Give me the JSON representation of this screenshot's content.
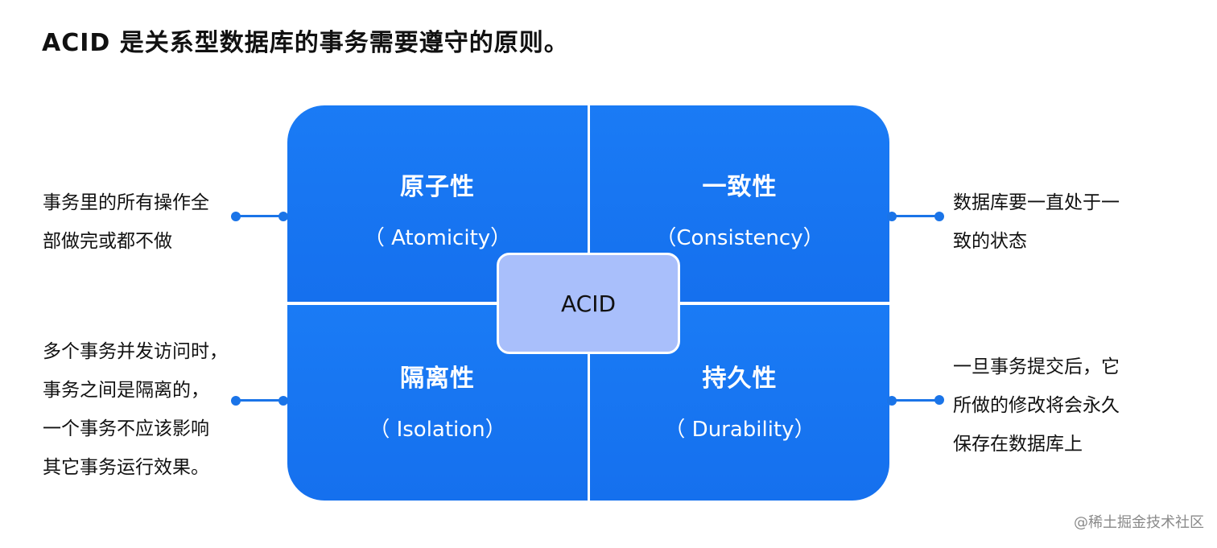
{
  "title": "ACID 是关系型数据库的事务需要遵守的原则。",
  "center": {
    "label": "ACID"
  },
  "quadrants": {
    "atomicity": {
      "title": "原子性",
      "subtitle": "（ Atomicity）"
    },
    "consistency": {
      "title": "一致性",
      "subtitle": "（Consistency）"
    },
    "isolation": {
      "title": "隔离性",
      "subtitle": "（ Isolation）"
    },
    "durability": {
      "title": "持久性",
      "subtitle": "（ Durability）"
    }
  },
  "descriptions": {
    "atomicity": [
      "事务里的所有操作全",
      "部做完或都不做"
    ],
    "consistency": [
      "数据库要一直处于一",
      "致的状态"
    ],
    "isolation": [
      "多个事务并发访问时，",
      "事务之间是隔离的，",
      "一个事务不应该影响",
      "其它事务运行效果。"
    ],
    "durability": [
      "一旦事务提交后，它",
      "所做的修改将会永久",
      "保存在数据库上"
    ]
  },
  "watermark": "@稀土掘金技术社区",
  "colors": {
    "quadrant_blue": "#1677f2",
    "center_fill": "#a9bffb",
    "connector": "#1a74e8"
  }
}
